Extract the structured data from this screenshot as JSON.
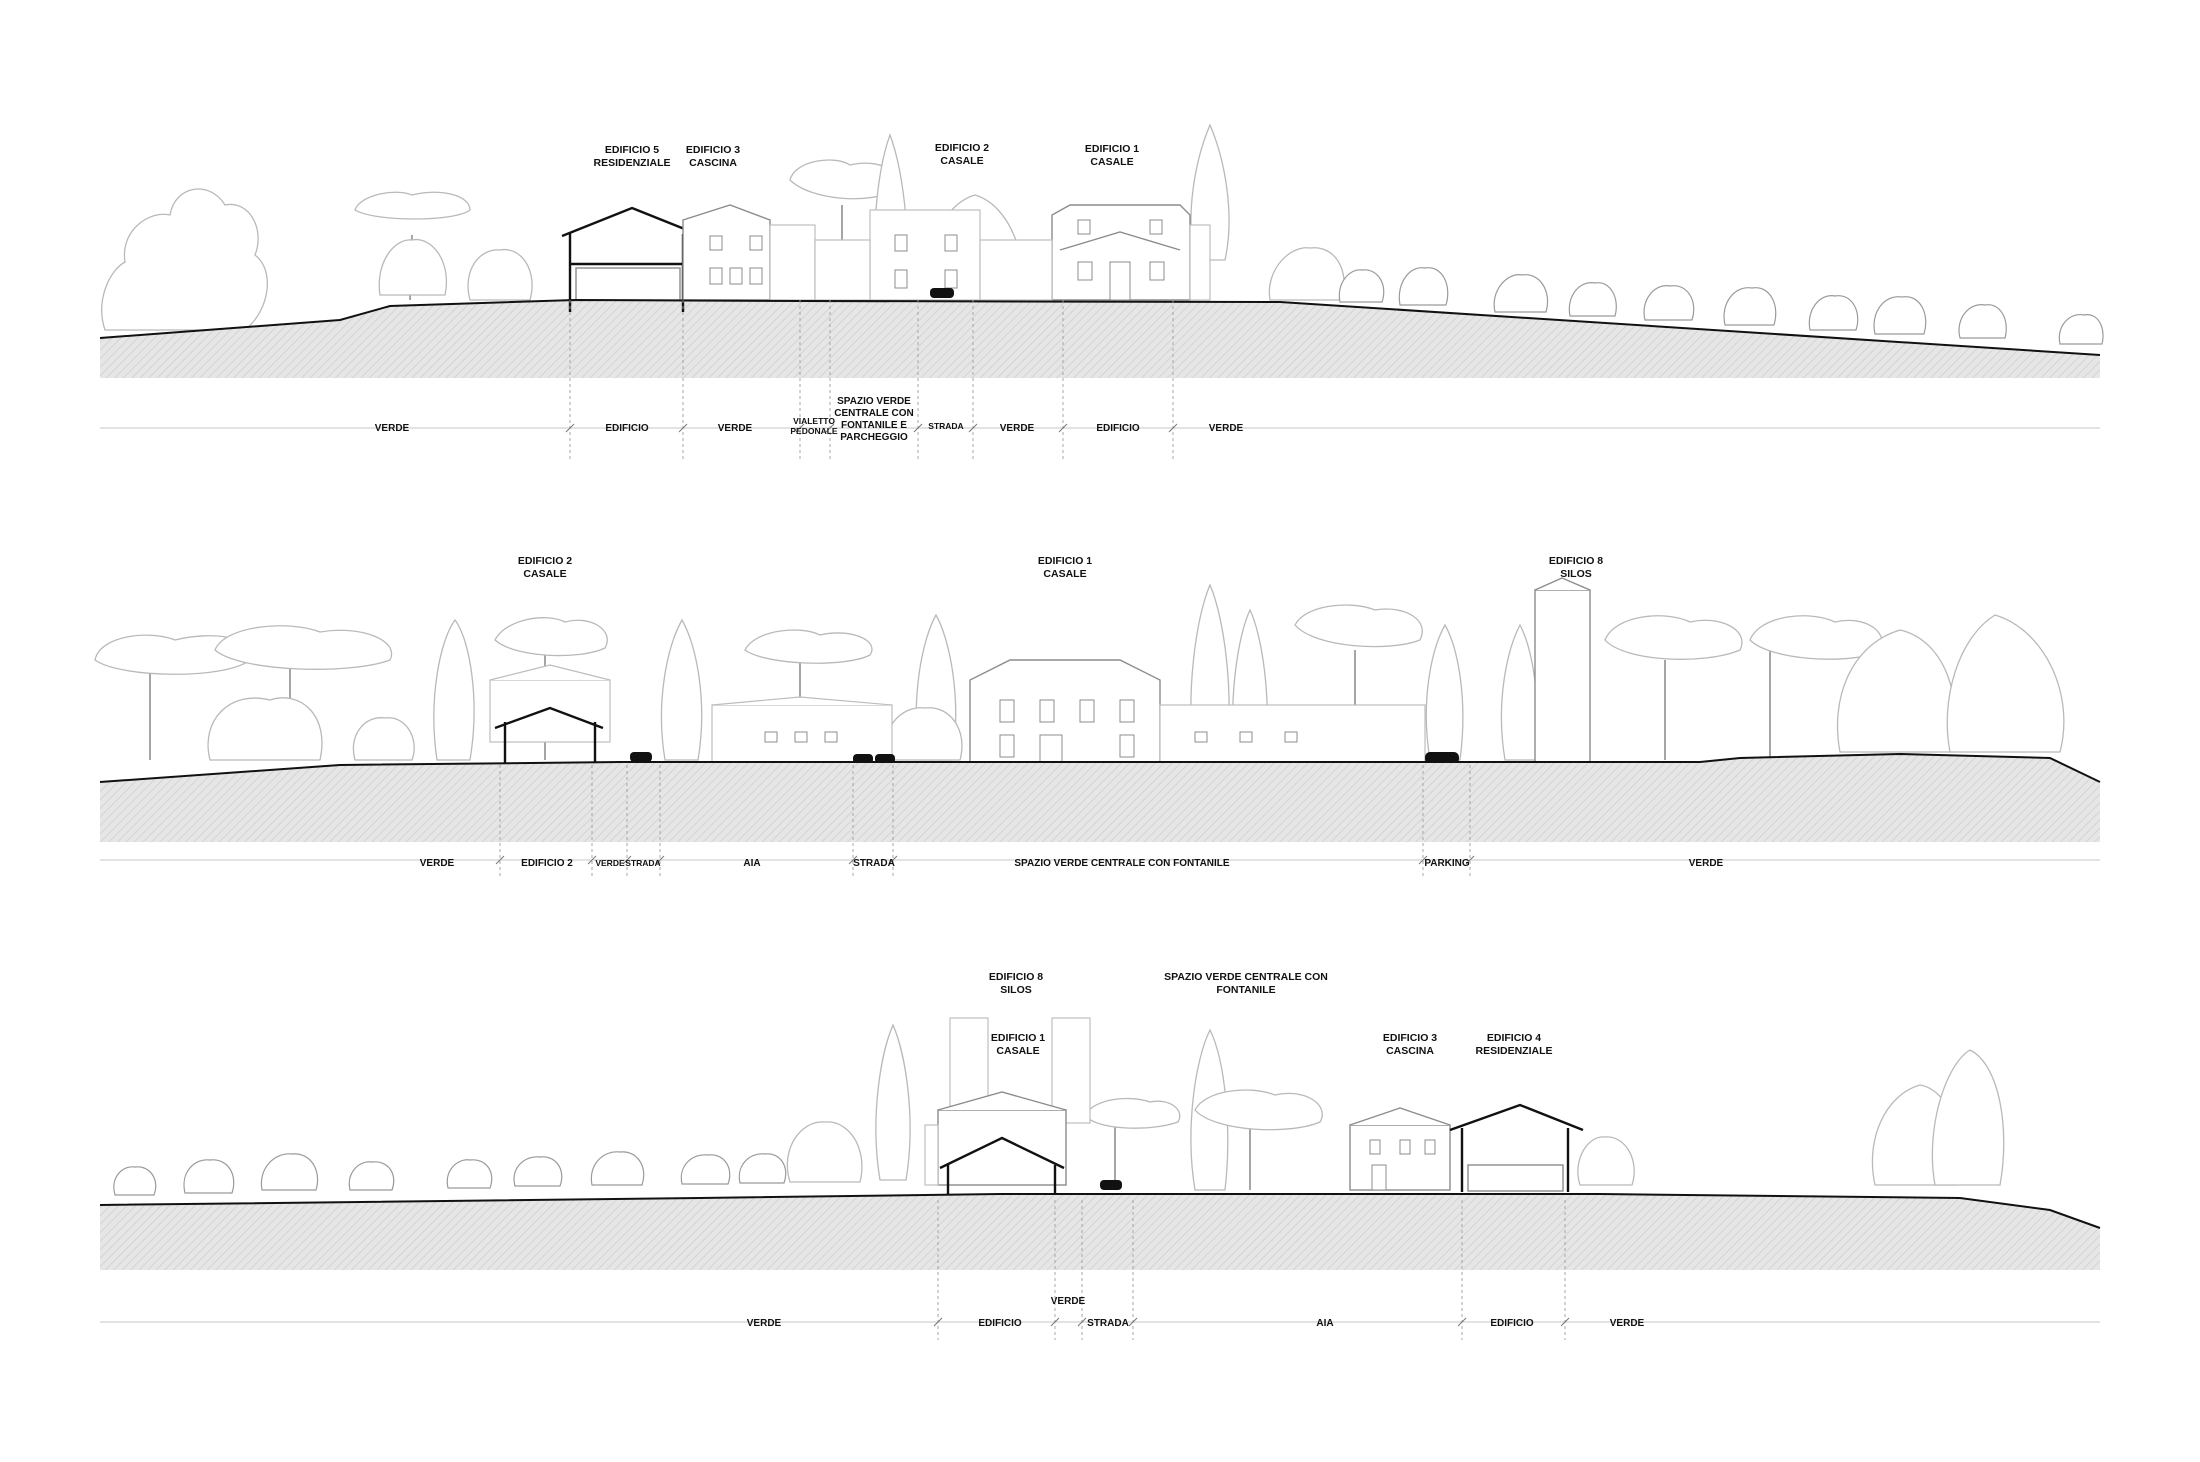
{
  "sections": [
    {
      "buildings": [
        {
          "line1": "EDIFICIO 5",
          "line2": "RESIDENZIALE"
        },
        {
          "line1": "EDIFICIO 3",
          "line2": "CASCINA"
        },
        {
          "line1": "EDIFICIO 2",
          "line2": "CASALE"
        },
        {
          "line1": "EDIFICIO 1",
          "line2": "CASALE"
        }
      ],
      "zones": [
        {
          "lines": [
            "VERDE"
          ]
        },
        {
          "lines": [
            "EDIFICIO"
          ]
        },
        {
          "lines": [
            "VERDE"
          ]
        },
        {
          "lines": [
            "VIALETTO",
            "PEDONALE"
          ]
        },
        {
          "lines": [
            "SPAZIO VERDE",
            "CENTRALE CON",
            "FONTANILE E",
            "PARCHEGGIO"
          ]
        },
        {
          "lines": [
            "STRADA"
          ]
        },
        {
          "lines": [
            "VERDE"
          ]
        },
        {
          "lines": [
            "EDIFICIO"
          ]
        },
        {
          "lines": [
            "VERDE"
          ]
        }
      ]
    },
    {
      "buildings": [
        {
          "line1": "EDIFICIO 2",
          "line2": "CASALE"
        },
        {
          "line1": "EDIFICIO 1",
          "line2": "CASALE"
        },
        {
          "line1": "EDIFICIO 8",
          "line2": "SILOS"
        }
      ],
      "zones": [
        {
          "lines": [
            "VERDE"
          ]
        },
        {
          "lines": [
            "EDIFICIO 2"
          ]
        },
        {
          "lines": [
            "VERDE"
          ]
        },
        {
          "lines": [
            "STRADA"
          ]
        },
        {
          "lines": [
            "AIA"
          ]
        },
        {
          "lines": [
            "STRADA"
          ]
        },
        {
          "lines": [
            "SPAZIO VERDE CENTRALE CON FONTANILE"
          ]
        },
        {
          "lines": [
            "PARKING"
          ]
        },
        {
          "lines": [
            "VERDE"
          ]
        }
      ]
    },
    {
      "buildings": [
        {
          "line1": "EDIFICIO 8",
          "line2": "SILOS"
        },
        {
          "line1": "EDIFICIO 1",
          "line2": "CASALE"
        },
        {
          "line1": "SPAZIO VERDE CENTRALE CON",
          "line2": "FONTANILE"
        },
        {
          "line1": "EDIFICIO 3",
          "line2": "CASCINA"
        },
        {
          "line1": "EDIFICIO 4",
          "line2": "RESIDENZIALE"
        }
      ],
      "zones": [
        {
          "lines": [
            "VERDE"
          ]
        },
        {
          "lines": [
            "EDIFICIO"
          ]
        },
        {
          "lines": [
            "VERDE"
          ]
        },
        {
          "lines": [
            "STRADA"
          ]
        },
        {
          "lines": [
            "AIA"
          ]
        },
        {
          "lines": [
            "EDIFICIO"
          ]
        },
        {
          "lines": [
            "VERDE"
          ]
        }
      ]
    }
  ],
  "colors": {
    "ink": "#111111",
    "vegetation": "#b9b9b9",
    "building": "#8c8c8c",
    "ground_hatch": "#d4d4d4"
  }
}
